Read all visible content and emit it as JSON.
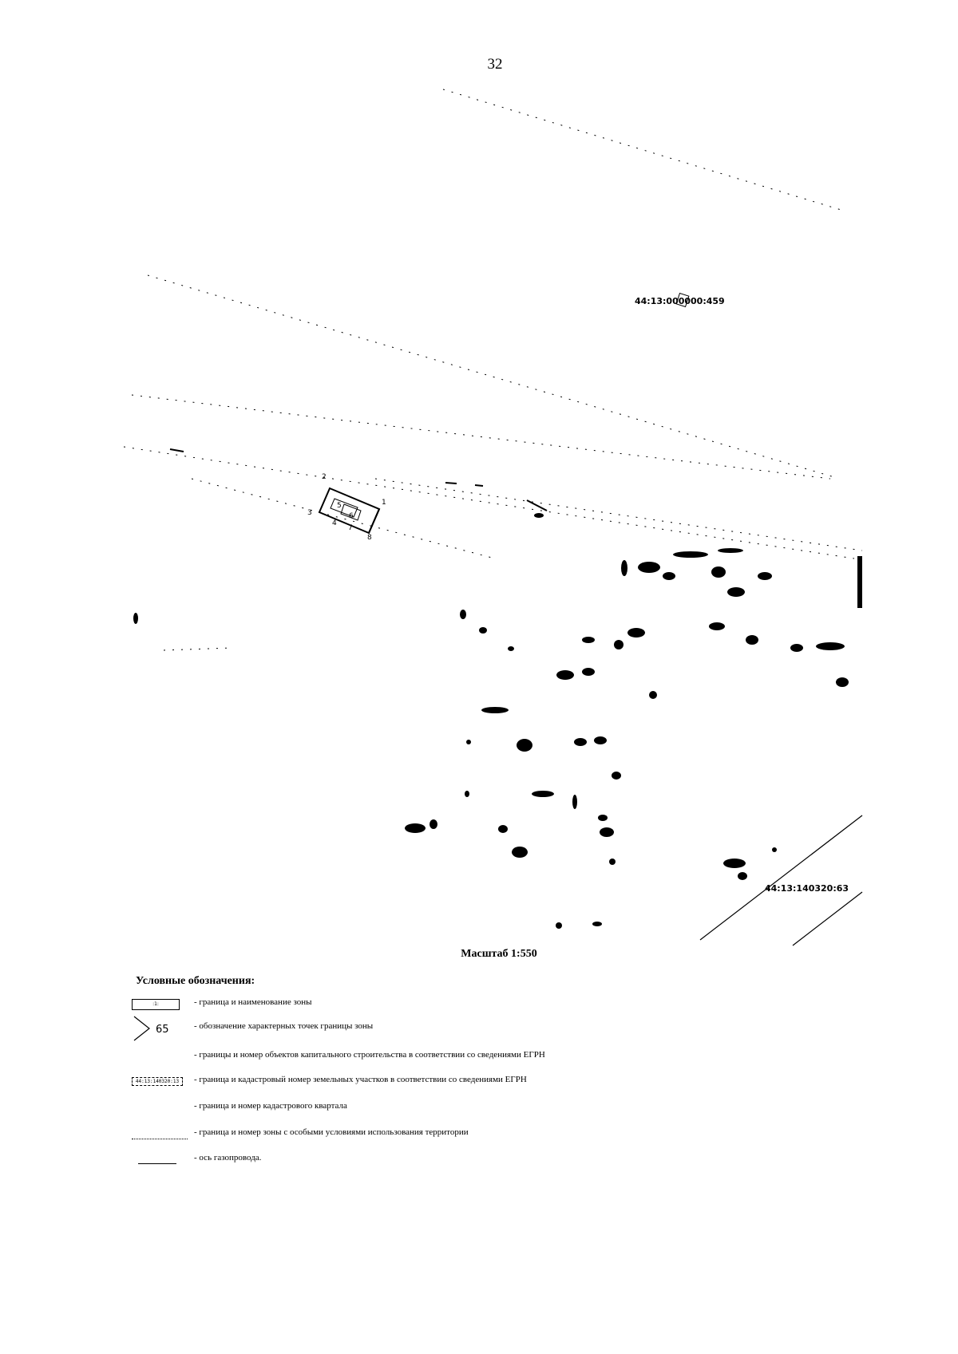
{
  "page": {
    "number": "32"
  },
  "map": {
    "labels": {
      "parcel_top": "44:13:000000:459",
      "parcel_bottom": "44:13:140320:63"
    },
    "boundary_points": [
      "1",
      "2",
      "3",
      "4",
      "5",
      "6",
      "7",
      "8"
    ]
  },
  "scale": {
    "text": "Масштаб 1:550"
  },
  "legend": {
    "title": "Условные обозначения:",
    "items": [
      {
        "symbol": "zone-box",
        "text": "- граница и наименование зоны"
      },
      {
        "symbol": "point-marker",
        "marker_label": "65",
        "text": "- обозначение характерных точек границы зоны"
      },
      {
        "symbol": "none",
        "text": "- границы и номер объектов капитального строительства в соответствии со сведениями ЕГРН"
      },
      {
        "symbol": "parcel-box",
        "text": "- граница и кадастровый номер земельных участков в соответствии со сведениями ЕГРН"
      },
      {
        "symbol": "none",
        "text": "- граница и номер кадастрового квартала"
      },
      {
        "symbol": "dotted-line",
        "text": "- граница и номер зоны с особыми условиями использования территории"
      },
      {
        "symbol": "solid-line",
        "text": "- ось газопровода."
      }
    ],
    "zone_box_label": ":1:",
    "parcel_box_label": "44:13:140320:13"
  }
}
